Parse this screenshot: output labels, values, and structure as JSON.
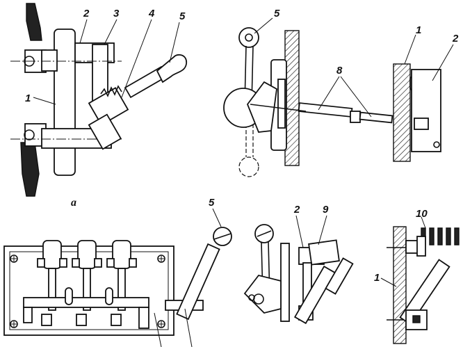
{
  "figure": {
    "caption_a": "а",
    "labels_view_a": [
      "2",
      "3",
      "4",
      "5",
      "1"
    ],
    "labels_view_rod": [
      "5",
      "1",
      "2",
      "8"
    ],
    "labels_bottom": [
      "5",
      "2",
      "9",
      "10",
      "1"
    ]
  }
}
